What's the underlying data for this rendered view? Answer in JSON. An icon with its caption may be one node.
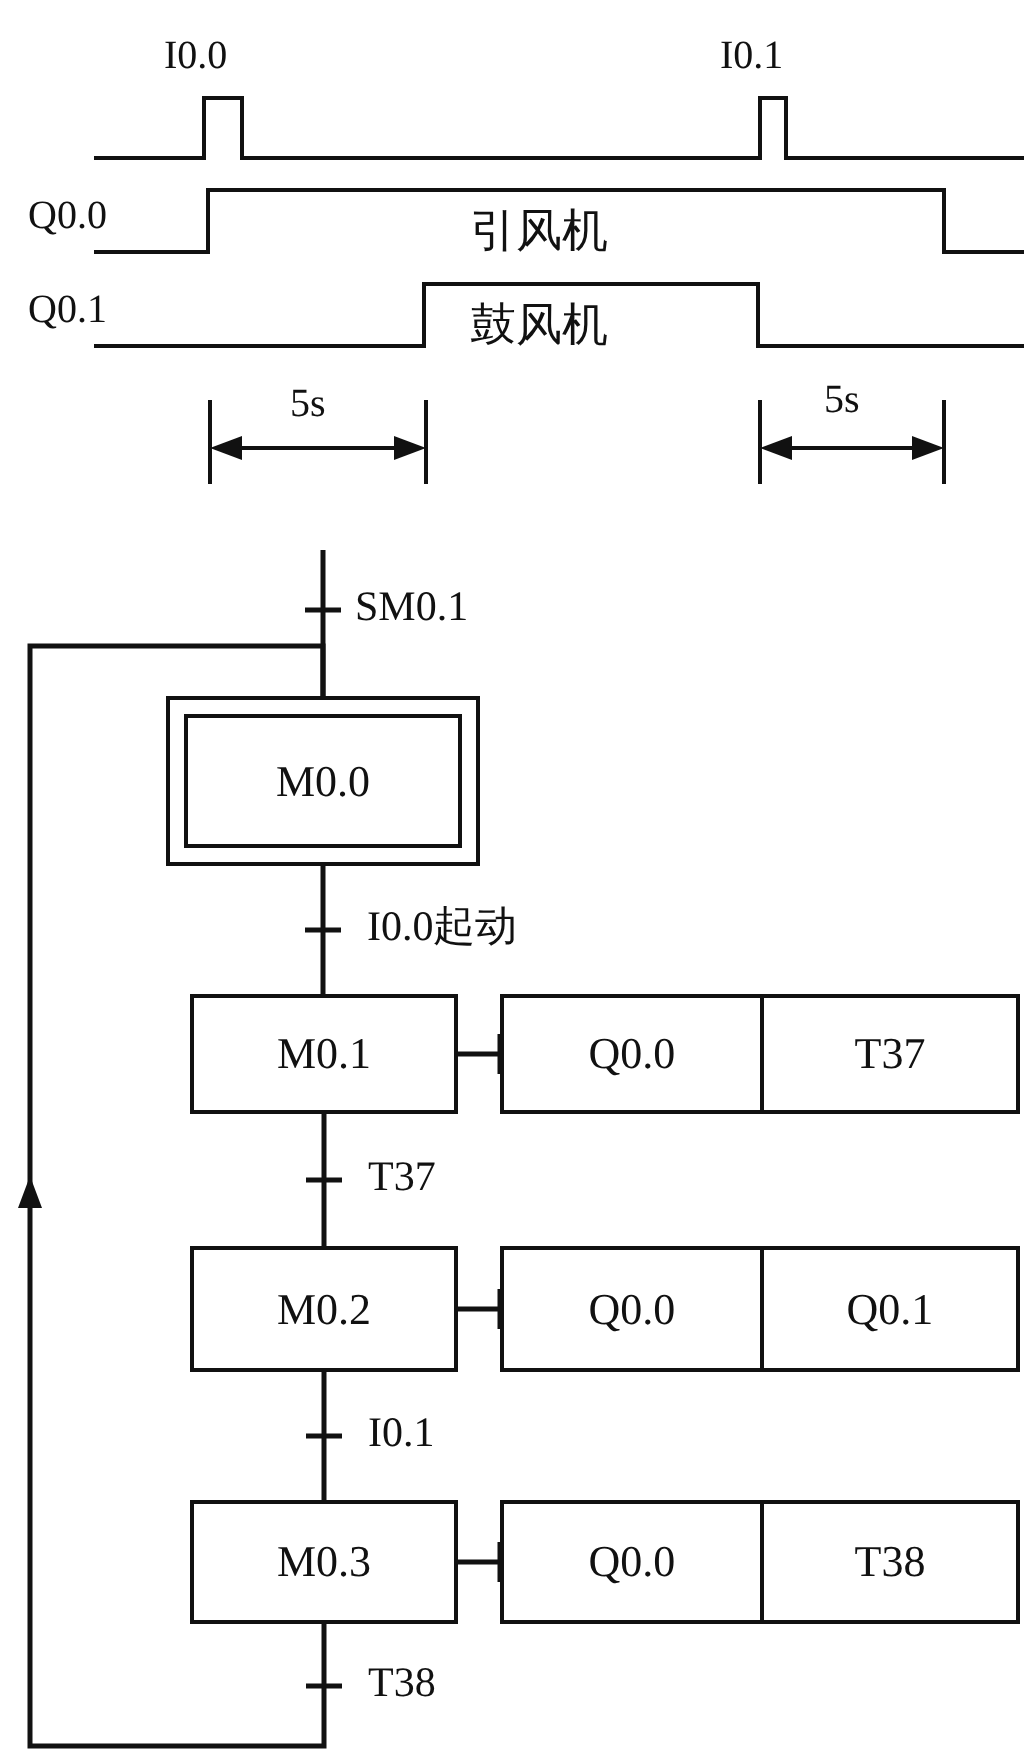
{
  "diagram": {
    "nodes": [
      {
        "text": [
          "M0.0"
        ]
      },
      {
        "text": [
          "M0.1"
        ]
      },
      {
        "text": [
          "Q0.0"
        ]
      },
      {
        "text": [
          "T37"
        ]
      },
      {
        "text": [
          "M0.2"
        ]
      },
      {
        "text": [
          "Q0.0"
        ]
      },
      {
        "text": [
          "Q0.1"
        ]
      },
      {
        "text": [
          "M0.3"
        ]
      },
      {
        "text": [
          "Q0.0"
        ]
      },
      {
        "text": [
          "T38"
        ]
      }
    ],
    "edges": [
      {
        "from": null,
        "to": 0,
        "arrow": "none",
        "label": "SM0.1"
      },
      {
        "from": 0,
        "to": 1,
        "arrow": "none",
        "label": "I0.0起动"
      },
      {
        "from": 1,
        "to": 2,
        "arrow": "none"
      },
      {
        "from": 1,
        "to": 4,
        "arrow": "none",
        "label": "T37"
      },
      {
        "from": 4,
        "to": 5,
        "arrow": "none"
      },
      {
        "from": 4,
        "to": 7,
        "arrow": "none",
        "label": "I0.1"
      },
      {
        "from": 7,
        "to": 8,
        "arrow": "none"
      },
      {
        "from": 7,
        "to": 0,
        "arrow": "to",
        "label": "T38"
      }
    ],
    "labels": [
      "I0.0",
      "I0.1",
      "Q0.0",
      "引风机",
      "Q0.1",
      "鼓风机",
      "5s",
      "5s"
    ]
  }
}
